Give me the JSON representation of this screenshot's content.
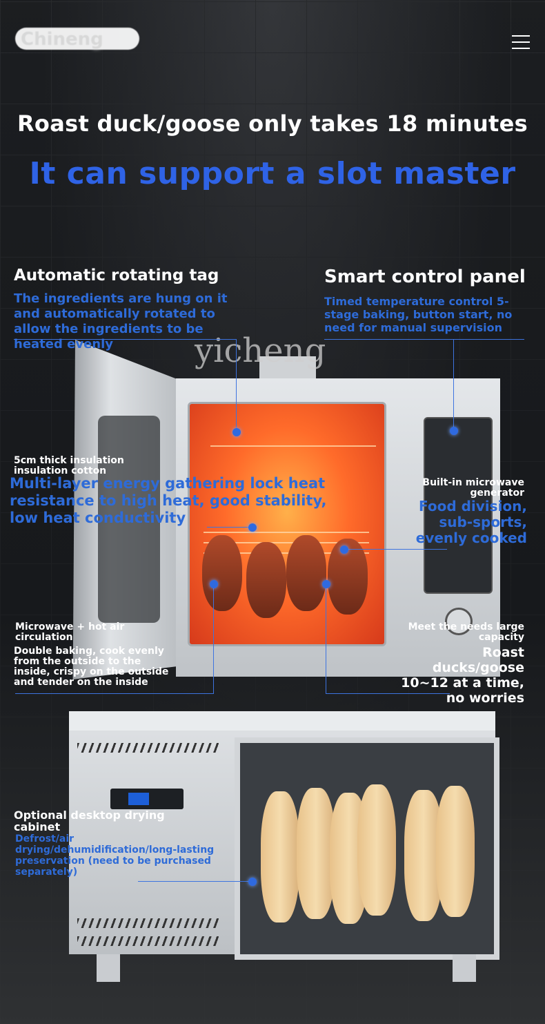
{
  "header": {
    "brand": "Chineng",
    "menu_icon": "hamburger-menu-icon"
  },
  "hero": {
    "title": "Roast duck/goose only takes 18 minutes",
    "subtitle": "It can support a slot master",
    "watermark": "yicheng"
  },
  "features": {
    "rotating_tag": {
      "title": "Automatic rotating tag",
      "desc": "The ingredients are hung on it and automatically rotated to allow the ingredients to be heated evenly"
    },
    "control_panel": {
      "title": "Smart control panel",
      "desc": "Timed temperature control 5-stage baking, button start, no need for manual supervision"
    },
    "insulation": {
      "title": "5cm thick insulation insulation cotton",
      "desc": "Multi-layer energy gathering lock heat resistance to high heat, good stability, low heat conductivity"
    },
    "microwave": {
      "title": "Built-in microwave generator",
      "desc": "Food division, sub-sports, evenly cooked"
    },
    "hot_air": {
      "title": "Microwave + hot air circulation",
      "desc": "Double baking, cook evenly from the outside to the inside, crispy on the outside and tender on the inside"
    },
    "capacity": {
      "title": "Meet the needs large capacity",
      "desc": "Roast ducks/goose 10~12 at a time, no worries"
    },
    "drying": {
      "title": "Optional desktop drying cabinet",
      "desc": "Defrost/air drying/dehumidification/long-lasting preservation (need to be purchased separately)"
    }
  },
  "colors": {
    "accent_blue": "#2f63e6",
    "background": "#1f2124"
  }
}
